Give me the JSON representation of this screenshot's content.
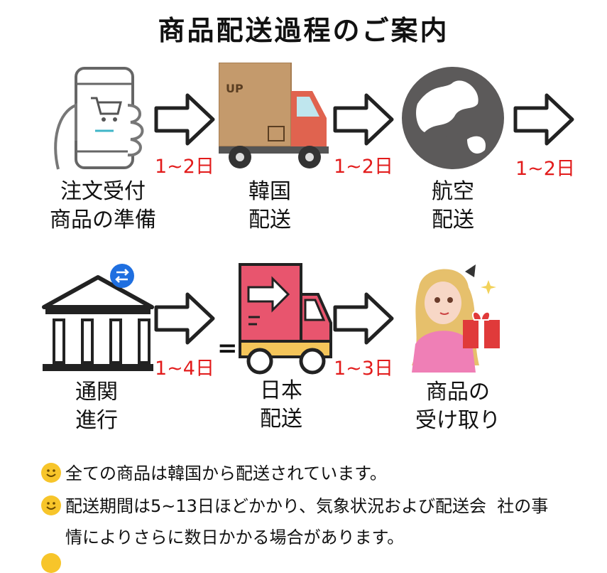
{
  "title": "商品配送過程のご案内",
  "steps": [
    {
      "line1": "注文受付",
      "line2": "商品の準備"
    },
    {
      "line1": "韓国",
      "line2": "配送"
    },
    {
      "line1": "航空",
      "line2": "配送"
    },
    {
      "line1": "通関",
      "line2": "進行"
    },
    {
      "line1": "日本",
      "line2": "配送"
    },
    {
      "line1": "商品の",
      "line2": "受け取り"
    }
  ],
  "durations": [
    "1~2日",
    "1~2日",
    "1~2日",
    "1~4日",
    "1~3日"
  ],
  "equals": "=",
  "truck_label": "UP",
  "notes": [
    "全ての商品は韓国から配送されています。",
    "配送期間は5~13日ほどかかり、気象状況および配送会  社の事",
    "情によりさらに数日かかる場合があります。"
  ],
  "colors": {
    "duration": "#e21b1b",
    "smile": "#f7c52a",
    "truck_red": "#e0634f",
    "box": "#c49a6c",
    "pink": "#e8556e",
    "yellow": "#f4c55a"
  },
  "icons": [
    "phone-cart-icon",
    "moving-truck-icon",
    "globe-plane-icon",
    "customs-building-icon",
    "delivery-truck-icon",
    "anime-girl-gift-icon",
    "arrow-right-icon",
    "smile-icon"
  ]
}
